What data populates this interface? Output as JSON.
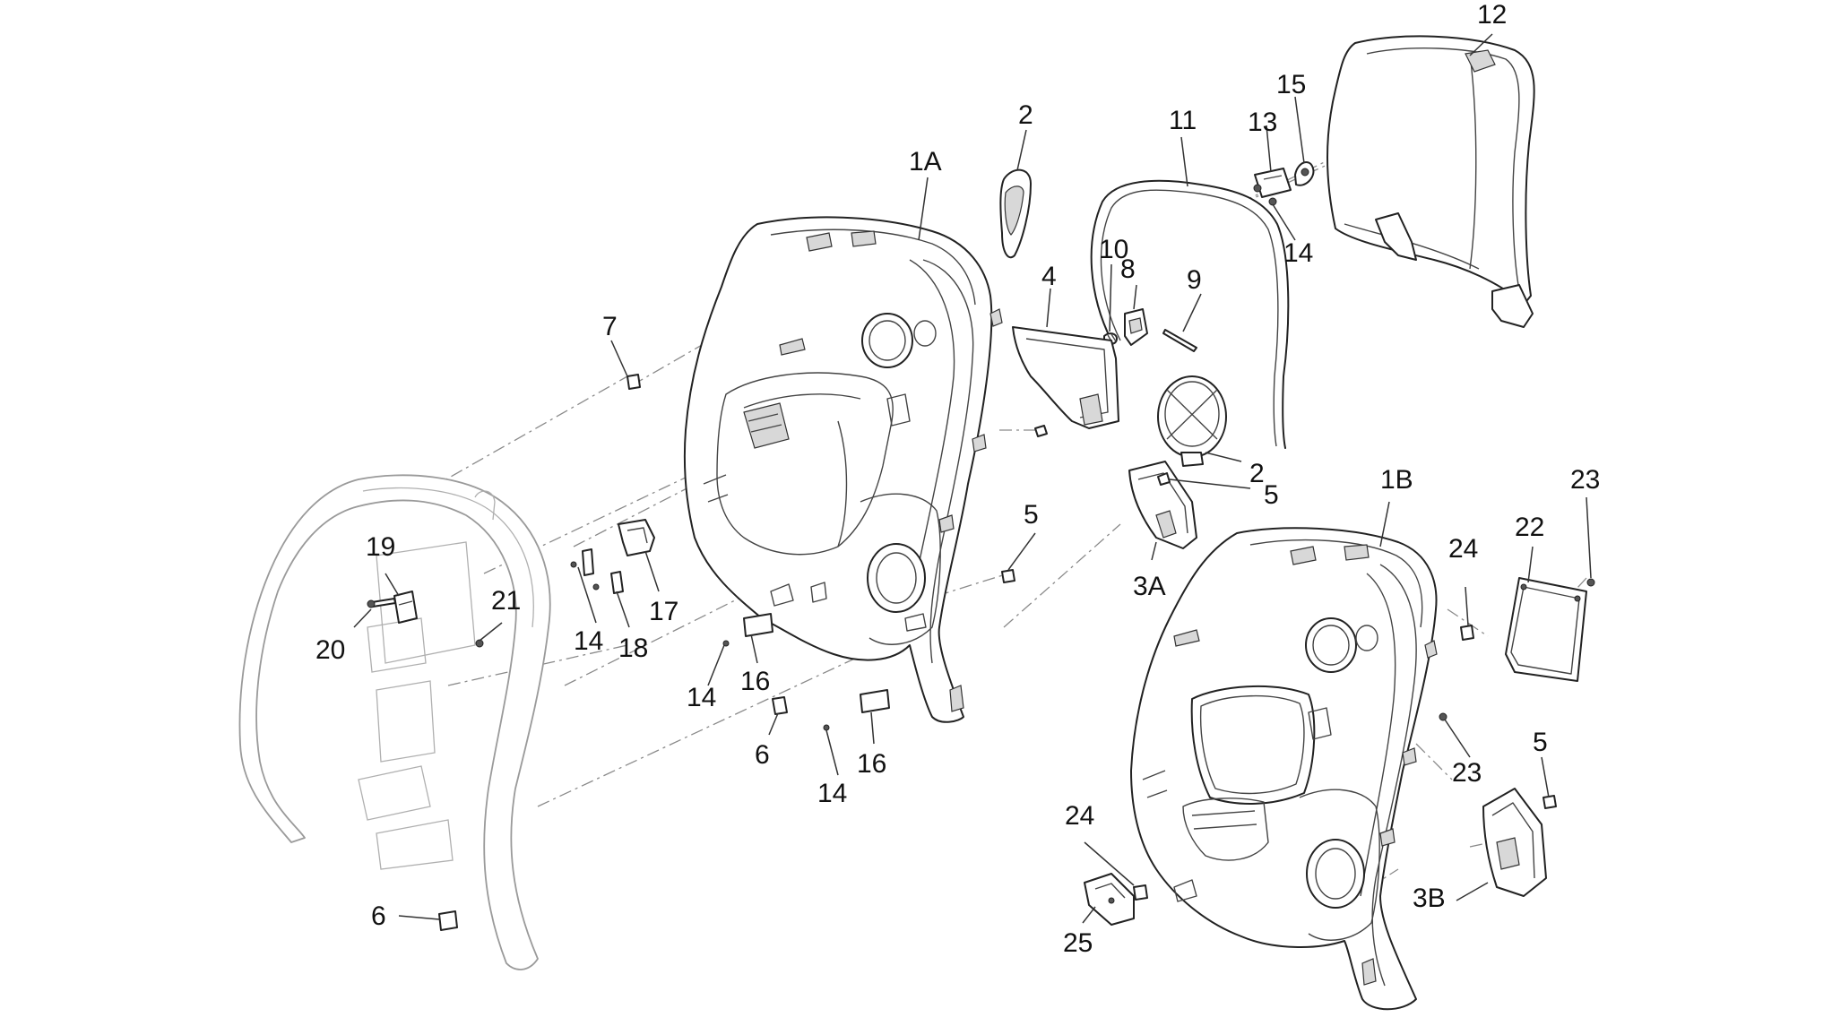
{
  "callouts": [
    {
      "id": "c-12",
      "text": "12"
    },
    {
      "id": "c-15",
      "text": "15"
    },
    {
      "id": "c-13",
      "text": "13"
    },
    {
      "id": "c-14a",
      "text": "14"
    },
    {
      "id": "c-11",
      "text": "11"
    },
    {
      "id": "c-2a",
      "text": "2"
    },
    {
      "id": "c-1a",
      "text": "1A"
    },
    {
      "id": "c-10",
      "text": "10"
    },
    {
      "id": "c-8",
      "text": "8"
    },
    {
      "id": "c-9",
      "text": "9"
    },
    {
      "id": "c-4",
      "text": "4"
    },
    {
      "id": "c-7",
      "text": "7"
    },
    {
      "id": "c-2b",
      "text": "2"
    },
    {
      "id": "c-5a",
      "text": "5"
    },
    {
      "id": "c-1b",
      "text": "1B"
    },
    {
      "id": "c-23a",
      "text": "23"
    },
    {
      "id": "c-22",
      "text": "22"
    },
    {
      "id": "c-24a",
      "text": "24"
    },
    {
      "id": "c-5b",
      "text": "5"
    },
    {
      "id": "c-3a",
      "text": "3A"
    },
    {
      "id": "c-19",
      "text": "19"
    },
    {
      "id": "c-21",
      "text": "21"
    },
    {
      "id": "c-20",
      "text": "20"
    },
    {
      "id": "c-17",
      "text": "17"
    },
    {
      "id": "c-14b",
      "text": "14"
    },
    {
      "id": "c-18",
      "text": "18"
    },
    {
      "id": "c-16a",
      "text": "16"
    },
    {
      "id": "c-14c",
      "text": "14"
    },
    {
      "id": "c-6a",
      "text": "6"
    },
    {
      "id": "c-16b",
      "text": "16"
    },
    {
      "id": "c-14d",
      "text": "14"
    },
    {
      "id": "c-5c",
      "text": "5"
    },
    {
      "id": "c-23b",
      "text": "23"
    },
    {
      "id": "c-24b",
      "text": "24"
    },
    {
      "id": "c-3b",
      "text": "3B"
    },
    {
      "id": "c-25",
      "text": "25"
    },
    {
      "id": "c-6b",
      "text": "6"
    }
  ]
}
